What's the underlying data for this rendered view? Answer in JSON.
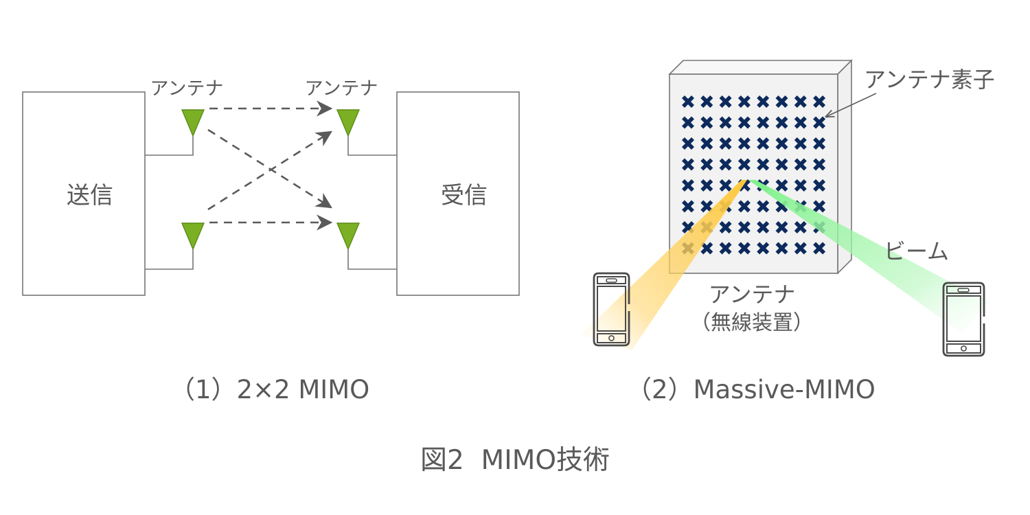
{
  "colors": {
    "text": "#595959",
    "stroke": "#767676",
    "antenna_fill": "#7cb024",
    "antenna_stroke": "#5a8a1a",
    "element_fill": "#0d2a5c",
    "panel_fill": "#f2f2f2",
    "beam_yellow": "#ffc83a",
    "beam_green": "#7ef28a"
  },
  "mimo_2x2": {
    "transmitter_label": "送信",
    "receiver_label": "受信",
    "tx_antenna_label": "アンテナ",
    "rx_antenna_label": "アンテナ",
    "tx_antennas": [
      "antenna-1",
      "antenna-2"
    ],
    "rx_antennas": [
      "antenna-1",
      "antenna-2"
    ],
    "caption": "（1）2×2 MIMO"
  },
  "massive_mimo": {
    "element_label": "アンテナ素子",
    "beam_label": "ビーム",
    "antenna_label": "アンテナ",
    "antenna_sublabel": "（無線装置）",
    "grid_rows": 8,
    "grid_cols": 8,
    "element_icon": "cross-icon",
    "device_icon": "smartphone-icon",
    "caption": "（2）Massive-MIMO"
  },
  "figure_title": "図2  MIMO技術"
}
